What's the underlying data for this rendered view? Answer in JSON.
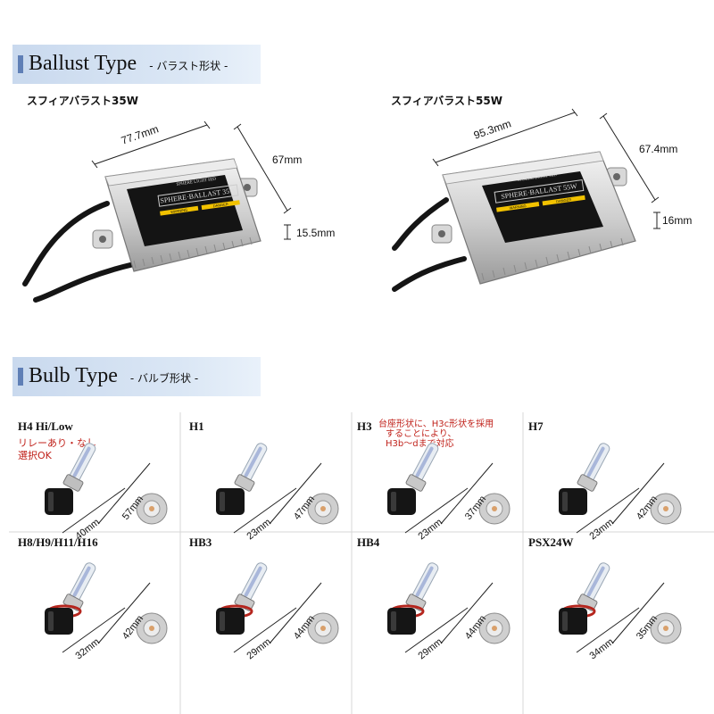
{
  "ballust_section": {
    "title": "Ballust Type",
    "subtitle": "- バラスト形状 -",
    "items": [
      {
        "caption": "スフィアバラスト35W",
        "width": "77.7mm",
        "height": "67mm",
        "depth": "15.5mm",
        "label_top": "SPHERE LIGHT HID",
        "label_main": "SPHERE·BALLAST 35W",
        "warn_left": "WARNING",
        "warn_right": "DANGER"
      },
      {
        "caption": "スフィアバラスト55W",
        "width": "95.3mm",
        "height": "67.4mm",
        "depth": "16mm",
        "label_top": "SPHERE LIGHT HID",
        "label_main": "SPHERE·BALLAST 55W",
        "warn_left": "WARNING",
        "warn_right": "DANGER"
      }
    ]
  },
  "bulb_section": {
    "title": "Bulb Type",
    "subtitle": "- バルブ形状 -",
    "bulbs": [
      {
        "name": "H4 Hi/Low",
        "note": [
          "リレーあり・なし",
          "選択OK"
        ],
        "dim_a": "40mm",
        "dim_b": "57mm"
      },
      {
        "name": "H1",
        "dim_a": "23mm",
        "dim_b": "47mm"
      },
      {
        "name": "H3",
        "note": [
          "台座形状に、H3c形状を採用",
          "することにより、",
          "H3b〜dまで対応"
        ],
        "dim_a": "23mm",
        "dim_b": "37mm"
      },
      {
        "name": "H7",
        "dim_a": "23mm",
        "dim_b": "42mm"
      },
      {
        "name": "H8/H9/H11/H16",
        "dim_a": "32mm",
        "dim_b": "42mm"
      },
      {
        "name": "HB3",
        "dim_a": "29mm",
        "dim_b": "44mm"
      },
      {
        "name": "HB4",
        "dim_a": "29mm",
        "dim_b": "44mm"
      },
      {
        "name": "PSX24W",
        "dim_a": "34mm",
        "dim_b": "35mm"
      }
    ]
  },
  "colors": {
    "accent": "#5f7fb6",
    "section_bg": "#dbe7f5",
    "note_red": "#c0221b",
    "divider": "#d7d7d7"
  }
}
